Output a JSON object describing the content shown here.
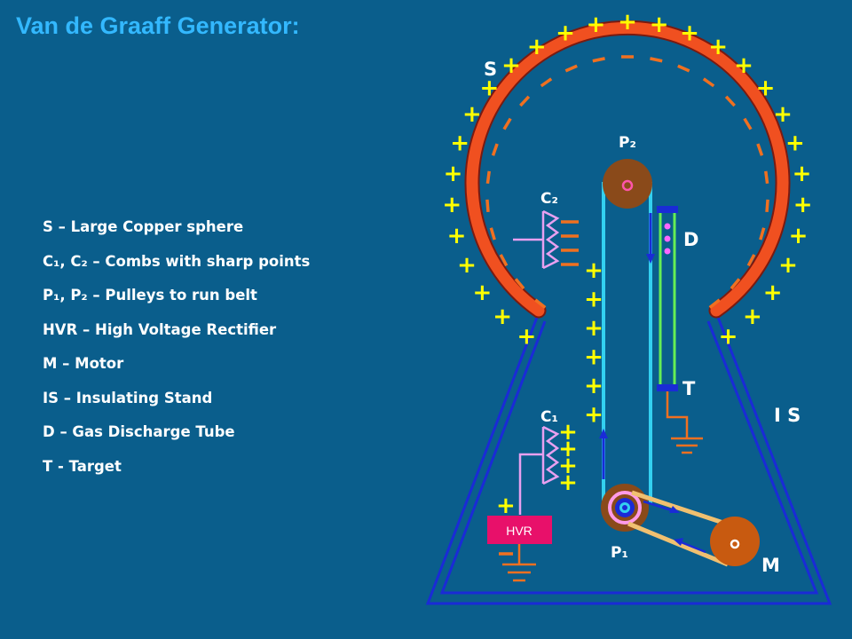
{
  "title": "Van de Graaff Generator:",
  "legend": [
    {
      "text": "S – Large Copper  sphere"
    },
    {
      "text": "C₁, C₂ – Combs with sharp points"
    },
    {
      "text": "P₁, P₂ – Pulleys to run belt"
    },
    {
      "text": "HVR – High Voltage Rectifier"
    },
    {
      "text": "M – Motor"
    },
    {
      "text": "IS – Insulating Stand"
    },
    {
      "text": "D – Gas Discharge Tube"
    },
    {
      "text": "T - Target"
    }
  ],
  "diagram": {
    "sphere_label": "S",
    "comb_top_label": "C₂",
    "comb_bottom_label": "C₁",
    "pulley_top_label": "P₂",
    "pulley_bottom_label": "P₁",
    "tube_label": "D",
    "target_label": "T",
    "stand_label": "I S",
    "motor_label": "M",
    "rectifier_label": "HVR",
    "plus_symbol": "+"
  },
  "colors": {
    "background": "#0a5e8c",
    "title": "#33b8ff",
    "sphere": "#f05020",
    "plus_charge": "#ffff00",
    "minus_charge": "#f07020",
    "stand": "#1a2bd6",
    "belt": "#33d0f0",
    "pulley": "#8a4a1a",
    "rectifier": "#e8106a"
  }
}
